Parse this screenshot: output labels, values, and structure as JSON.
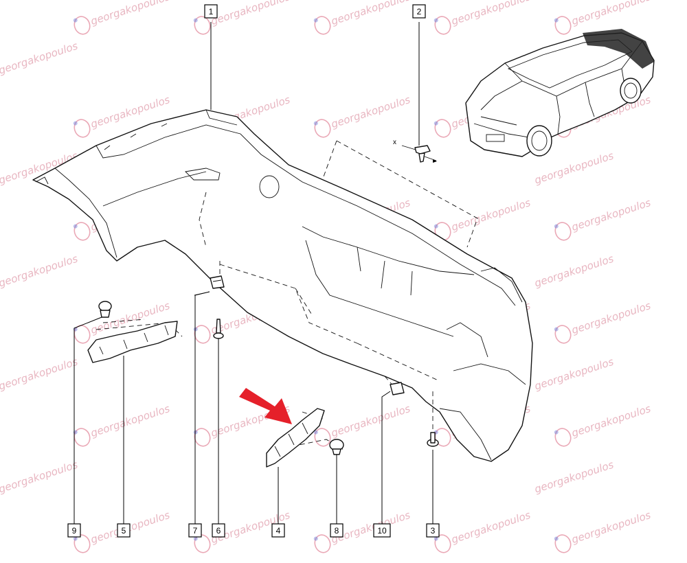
{
  "diagram": {
    "callouts": [
      "1",
      "2",
      "3",
      "4",
      "5",
      "6",
      "7",
      "8",
      "9",
      "10"
    ],
    "axis_label": "x",
    "watermark": "georgakopoulos",
    "highlight_color": "#e5202a"
  }
}
